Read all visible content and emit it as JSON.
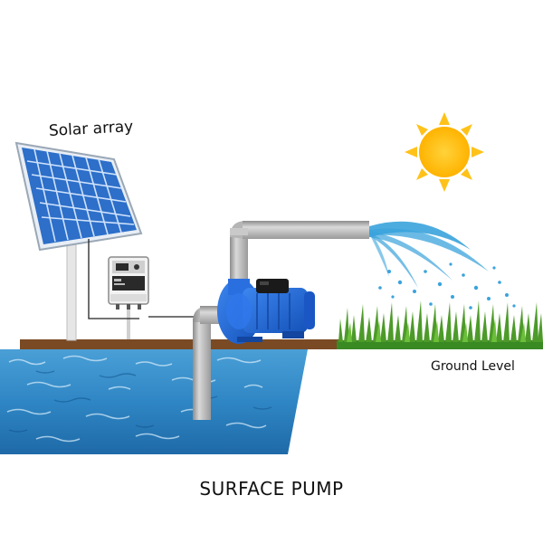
{
  "labels": {
    "solar_array": "Solar array",
    "ground_level": "Ground Level",
    "title": "SURFACE PUMP"
  },
  "colors": {
    "water": "#2f86c4",
    "ground": "#7a4a24",
    "grass": "#4d9a2a",
    "panel_cell": "#3b7fd8",
    "pump_body": "#1c64d6",
    "motor_cap": "#1a1a1a",
    "pipe": "#b8b8b8",
    "sun": "#ffc21a",
    "spray": "#3aa3dc"
  },
  "icons": {
    "solar_panel": "solar-panel-icon",
    "controller": "controller-box-icon",
    "pump": "surface-pump-icon",
    "sun": "sun-icon"
  }
}
